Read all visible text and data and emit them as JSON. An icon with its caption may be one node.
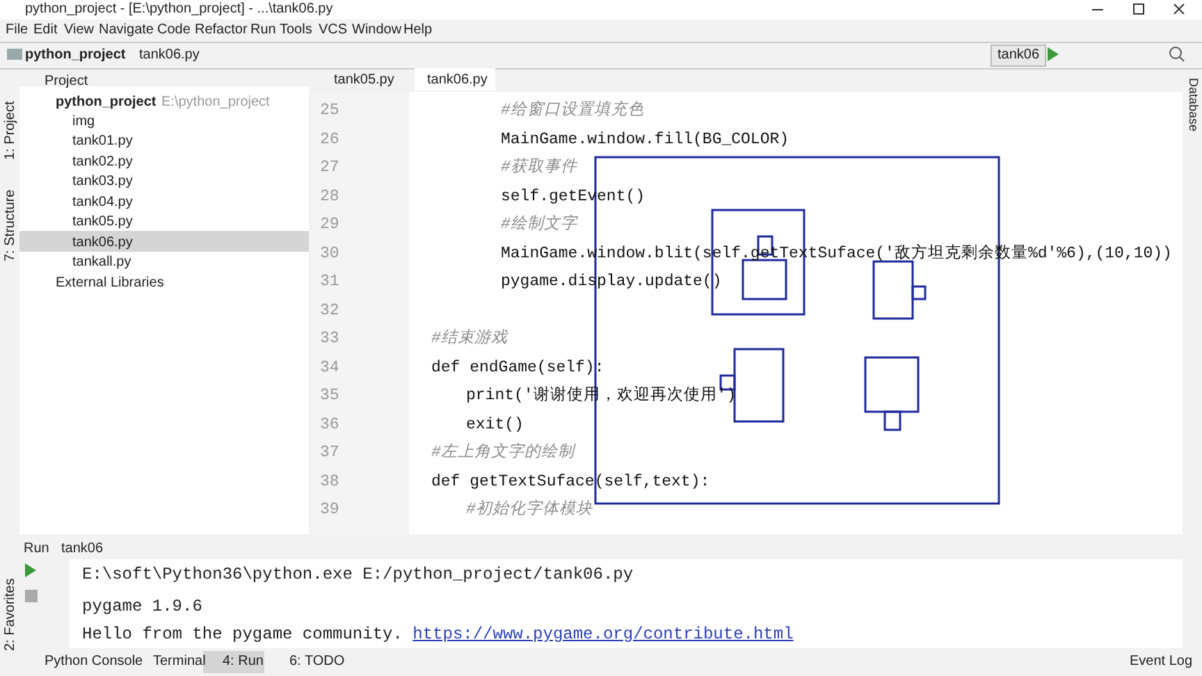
{
  "diagram": {
    "title": "python_project - [E:\\python_project] - ...\\tank06.py",
    "labels": [
      "File",
      "Edit",
      "View",
      "Navigate",
      "Code",
      "Refactor",
      "Run",
      "Tools",
      "VCS",
      "Window",
      "Help",
      "python_project",
      "tank06.py",
      "tank06",
      "Project",
      "tank05.py",
      "tank06.py",
      "1: Project",
      "python_project",
      "E:\\python_project",
      "img",
      "tank01.py",
      "tank02.py",
      "tank03.py",
      "tank04.py",
      "tank05.py",
      "tank06.py",
      "tankall.py",
      "External Libraries",
      "7: Structure",
      "Database",
      "25",
      "26",
      "27",
      "28",
      "29",
      "30",
      "31",
      "32",
      "33",
      "34",
      "35",
      "36",
      "37",
      "38",
      "39",
      "#给窗口设置填充色",
      "MainGame.window.fill(BG_COLOR)",
      "#获取事件",
      "self.getEvent()",
      "#绘制文字",
      "MainGame.window.blit(self.getTextSuface('敌方坦克剩余数量%d'%6),(10,10))",
      "pygame.display.update()",
      "#结束游戏",
      "def endGame(self):",
      "print('谢谢使用，欢迎再次使用')",
      "exit()",
      "#左上角文字的绘制",
      "def getTextSuface(self,text):",
      "#初始化字体模块",
      "Run",
      "tank06",
      "2: Favorites",
      "E:\\soft\\Python36\\python.exe E:/python_project/tank06.py",
      "pygame 1.9.6",
      "Hello from the pygame community.",
      "https://www.pygame.org/contribute.html",
      "Python Console",
      "Terminal",
      "4: Run",
      "6: TODO",
      "Event Log"
    ]
  }
}
